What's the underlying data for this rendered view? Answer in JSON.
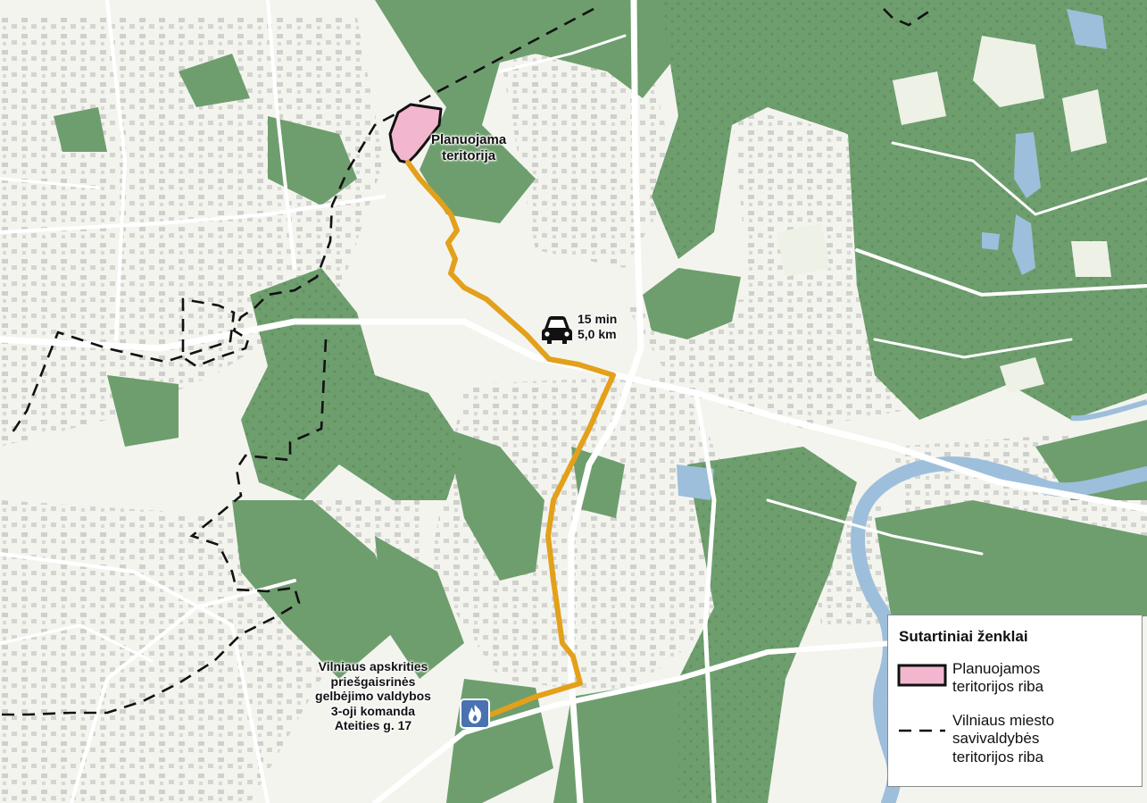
{
  "map": {
    "planned_area_label": "Planuojama\nteritorija",
    "route": {
      "time": "15 min",
      "distance": "5,0 km"
    },
    "fire_station_label": "Vilniaus apskrities\npriešgaisrinės\ngelbėjimo valdybos\n3-oji komanda\nAteities g. 17"
  },
  "legend": {
    "title": "Sutartiniai ženklai",
    "items": [
      {
        "label": "Planuojamos\nteritorijos riba",
        "symbol": "planned-area-boundary-swatch"
      },
      {
        "label": "Vilniaus miesto\nsavivaldybės\nteritorijos riba",
        "symbol": "municipality-boundary-line"
      }
    ]
  },
  "colors": {
    "background": "#f6f6f1",
    "forest": "#6e9e6e",
    "water": "#9dbfdb",
    "route": "#e3a01a",
    "planned_area_fill": "#f2b6cf",
    "boundary": "#111111",
    "road": "#ffffff",
    "building": "#c8c8c4"
  },
  "icons": {
    "route_icon": "car-icon",
    "station_icon": "fire-station-icon"
  }
}
